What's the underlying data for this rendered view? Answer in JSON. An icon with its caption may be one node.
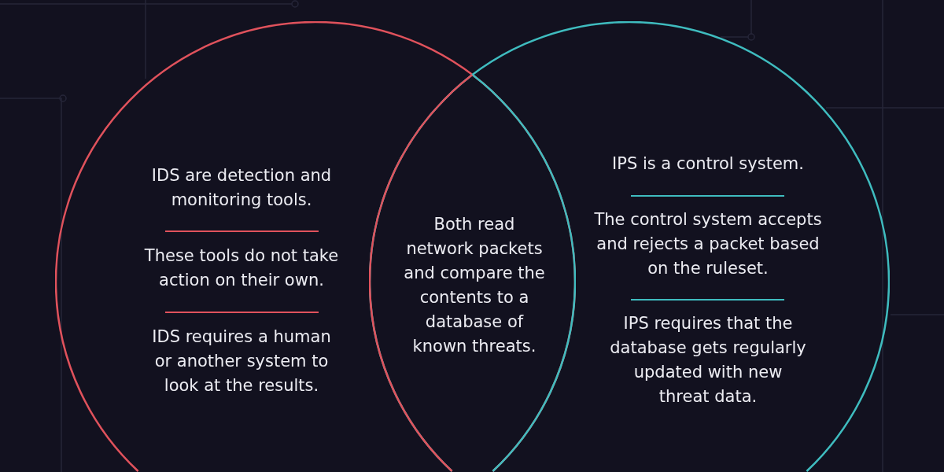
{
  "diagram": {
    "nodes": [
      {
        "text": [
          "IDS are detection and monitoring tools.",
          "These tools do not take action on their own.",
          "IDS requires a human or another system to look at the results."
        ]
      },
      {
        "text": [
          "IPS is a control system.",
          "The control system accepts and rejects a packet based on the ruleset.",
          "IPS requires that the database gets regularly updated with new threat data."
        ]
      }
    ],
    "labels": [
      "Both read network packets and compare the contents to a database of known threats."
    ]
  }
}
